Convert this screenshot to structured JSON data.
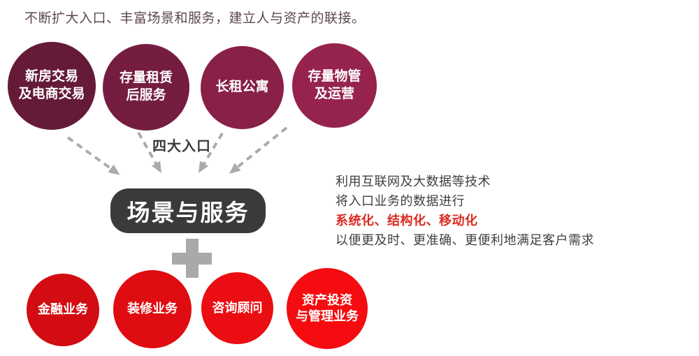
{
  "title": "不断扩大入口、丰富场景和服务，建立人与资产的联接。",
  "entrances": {
    "label": "四大入口",
    "circles": [
      {
        "line1": "新房交易",
        "line2": "及电商交易",
        "color": "#651a38"
      },
      {
        "line1": "存量租赁",
        "line2": "后服务",
        "color": "#751d41"
      },
      {
        "line1": "长租公寓",
        "line2": "",
        "color": "#882047"
      },
      {
        "line1": "存量物管",
        "line2": "及运营",
        "color": "#96234e"
      }
    ]
  },
  "hub": {
    "label": "场景与服务",
    "bg": "#3b3a39"
  },
  "plus": {
    "icon": "plus-icon",
    "color": "#a9a9a9"
  },
  "services": {
    "circles": [
      {
        "line1": "金融业务",
        "line2": "",
        "color": "#d20c12"
      },
      {
        "line1": "装修业务",
        "line2": "",
        "color": "#df0c11"
      },
      {
        "line1": "咨询顾问",
        "line2": "",
        "color": "#ea0d12"
      },
      {
        "line1": "资产投资",
        "line2": "与管理业务",
        "color": "#f40c10"
      }
    ]
  },
  "description": {
    "lines": [
      "利用互联网及大数据等技术",
      "将入口业务的数据进行",
      "系统化、结构化、移动化",
      "以便更及时、更准确、更便利地满足客户需求"
    ],
    "highlight_color": "#dc2b21"
  },
  "colors": {
    "title": "#5c484d",
    "text": "#3f3f3f",
    "arrow": "#ababab"
  }
}
